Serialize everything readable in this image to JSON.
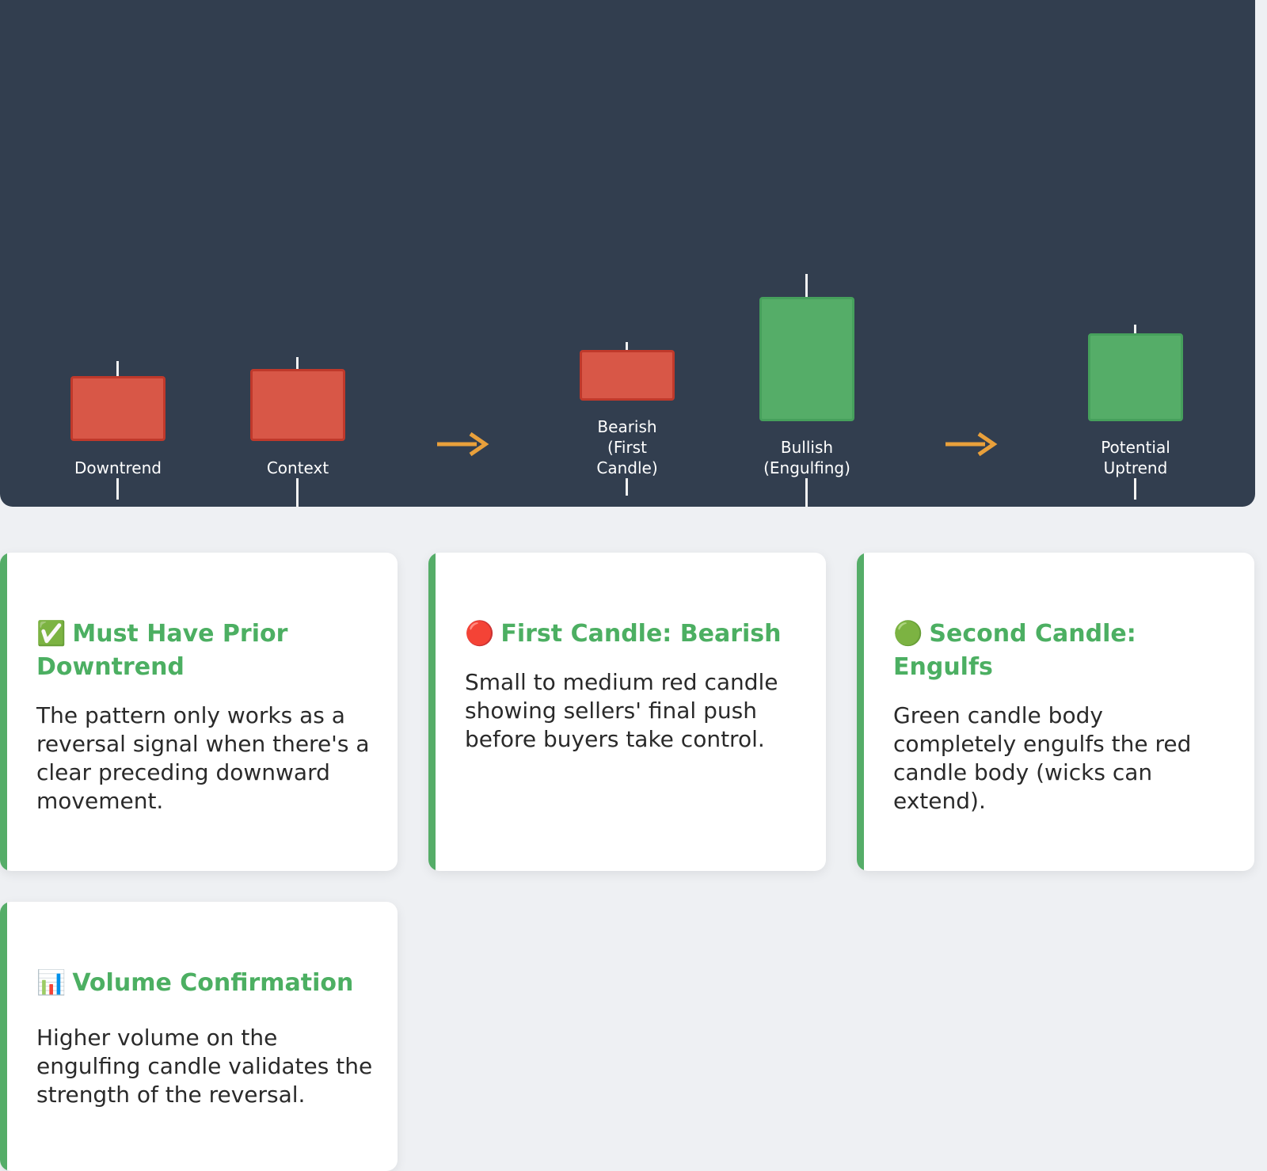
{
  "diagram": {
    "candles": [
      {
        "label": "Downtrend",
        "type": "bearish"
      },
      {
        "label": "Context",
        "type": "bearish"
      },
      {
        "label": "Bearish (First Candle)",
        "type": "bearish"
      },
      {
        "label": "Bullish (Engulfing)",
        "type": "bullish"
      },
      {
        "label": "Potential Uptrend",
        "type": "bullish"
      }
    ],
    "arrow_color": "#e9a03b",
    "bearish_color": "#d85747",
    "bullish_color": "#55ad68"
  },
  "cards": [
    {
      "icon": "✅",
      "title": "Must Have Prior Downtrend",
      "text": "The pattern only works as a reversal signal when there's a clear preceding downward movement."
    },
    {
      "icon": "🔴",
      "title": "First Candle: Bearish",
      "text": "Small to medium red candle showing sellers' final push before buyers take control."
    },
    {
      "icon": "🟢",
      "title": "Second Candle: Engulfs",
      "text": "Green candle body completely engulfs the red candle body (wicks can extend)."
    },
    {
      "icon": "📊",
      "title": "Volume Confirmation",
      "text": "Higher volume on the engulfing candle validates the strength of the reversal."
    }
  ]
}
